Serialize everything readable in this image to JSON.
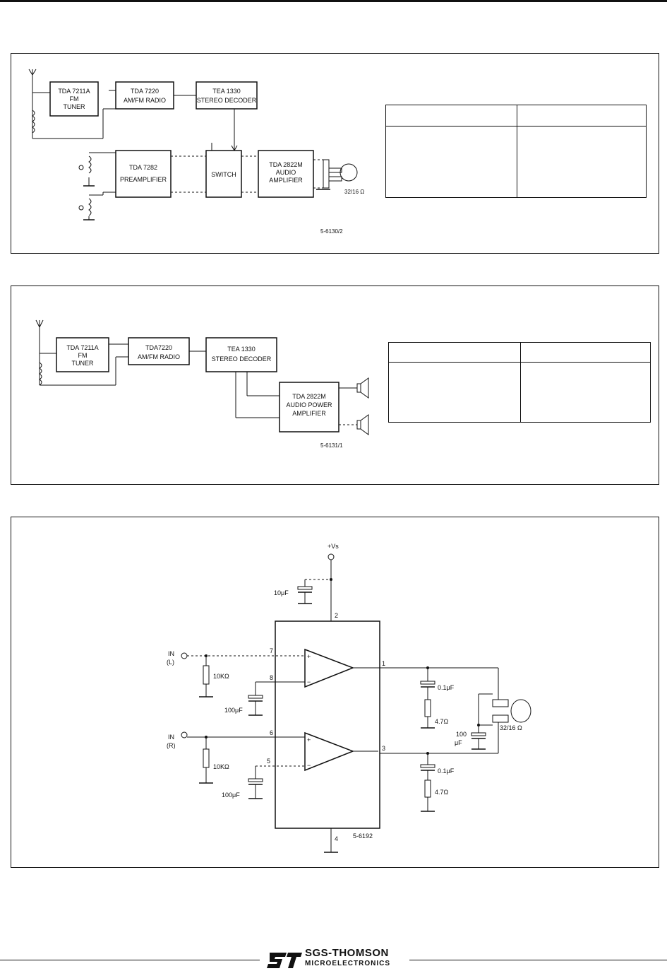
{
  "brand": {
    "name": "SGS-THOMSON",
    "subtitle": "MICROELECTRONICS"
  },
  "figure1": {
    "blocks": [
      "TDA 7211A",
      "FM",
      "TUNER",
      "TDA 7220",
      "AM/FM RADIO",
      "TEA 1330",
      "STEREO DECODER",
      "TDA 7282",
      "PREAMPLIFIER",
      "SWITCH",
      "TDA 2822M",
      "AUDIO",
      "AMPLIFIER"
    ],
    "load": "32/16 Ω",
    "code": "5-6130/2"
  },
  "figure2": {
    "blocks": [
      "TDA 7211A",
      "FM",
      "TUNER",
      "TDA7220",
      "AM/FM RADIO",
      "TEA 1330",
      "STEREO DECODER",
      "TDA 2822M",
      "AUDIO POWER",
      "AMPLIFIER"
    ],
    "code": "5-6131/1"
  },
  "figure3": {
    "supply": "+Vs",
    "supply_cap": "10μF",
    "in_left": "IN",
    "in_left_ch": "(L)",
    "in_right": "IN",
    "in_right_ch": "(R)",
    "r_in": "10KΩ",
    "c_fb": "100μF",
    "c_out": "0.1μF",
    "r_out": "4.7Ω",
    "c_load_a": "100",
    "c_load_b": "μF",
    "load": "32/16 Ω",
    "pins": [
      "7",
      "8",
      "6",
      "5",
      "2",
      "1",
      "3",
      "4"
    ],
    "code": "5-6192"
  }
}
